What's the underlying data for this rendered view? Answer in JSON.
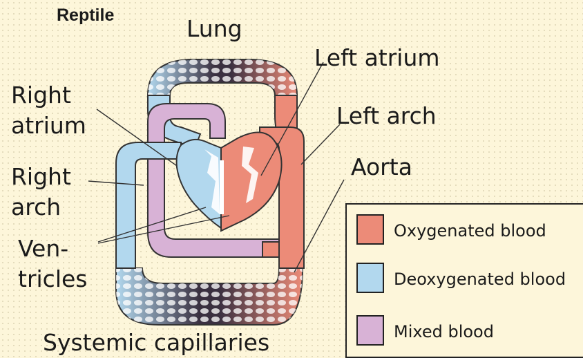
{
  "title": "Reptile",
  "labels": {
    "lung": "Lung",
    "left_atrium": "Left atrium",
    "right_atrium_1": "Right",
    "right_atrium_2": "atrium",
    "left_arch": "Left arch",
    "aorta": "Aorta",
    "right_arch_1": "Right",
    "right_arch_2": "arch",
    "ventricles_1": "Ven-",
    "ventricles_2": "tricles",
    "systemic_capillaries": "Systemic capillaries"
  },
  "legend": [
    {
      "label": "Oxygenated blood",
      "color": "#ec8b78"
    },
    {
      "label": "Deoxygenated blood",
      "color": "#b2d8ee"
    },
    {
      "label": "Mixed blood",
      "color": "#d8b2d6"
    }
  ],
  "colors": {
    "oxygenated": "#ec8b78",
    "deoxygenated": "#b2d8ee",
    "mixed": "#d8b2d6",
    "outline": "#333333",
    "background": "#fdf6da"
  }
}
